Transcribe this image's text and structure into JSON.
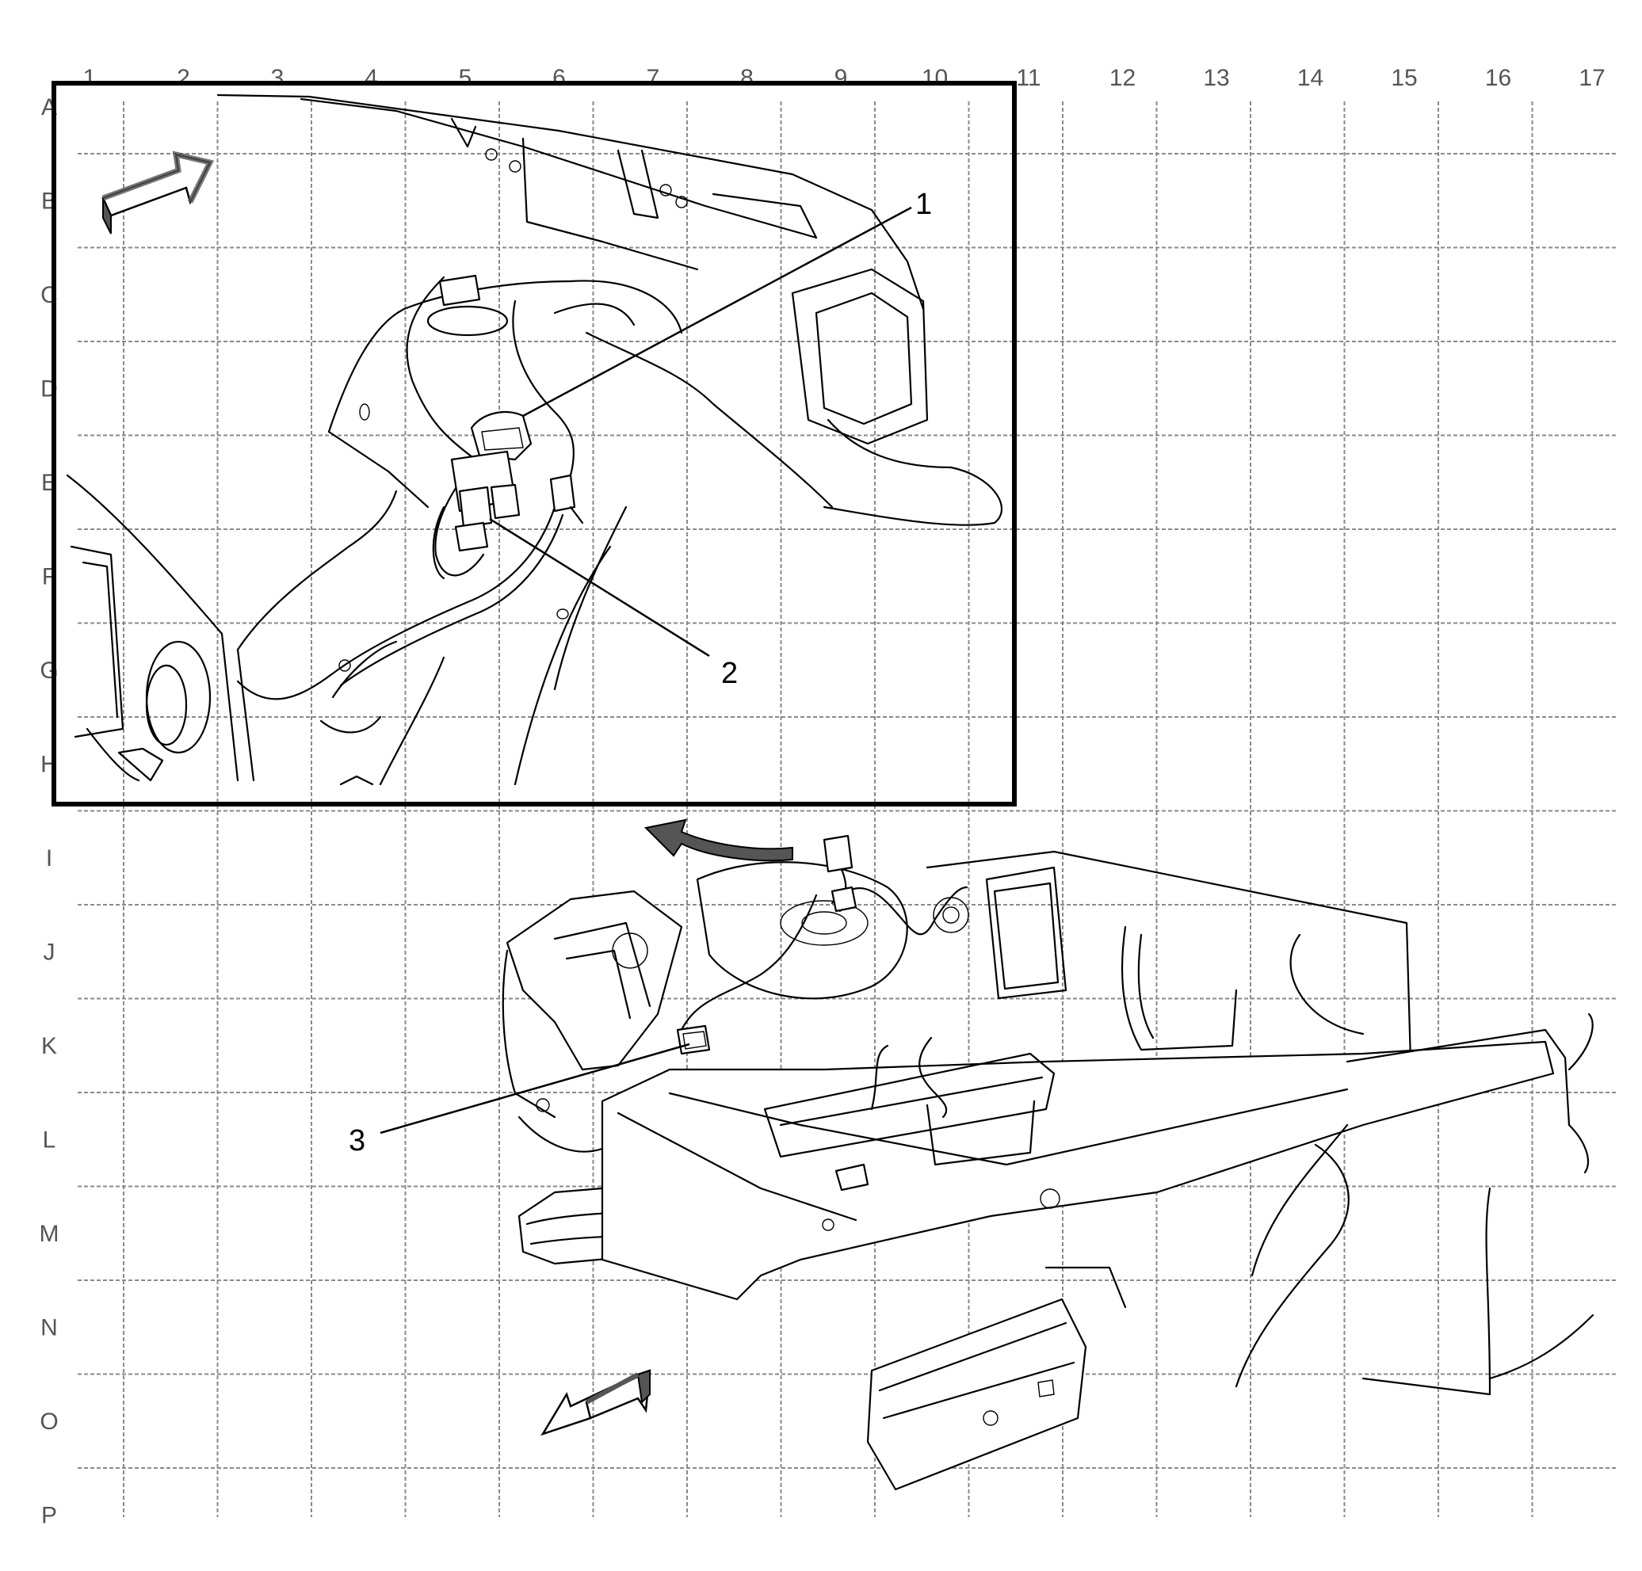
{
  "grid": {
    "columns": [
      "1",
      "2",
      "3",
      "4",
      "5",
      "6",
      "7",
      "8",
      "9",
      "10",
      "11",
      "12",
      "13",
      "14",
      "15",
      "16",
      "17"
    ],
    "rows": [
      "A",
      "B",
      "C",
      "D",
      "E",
      "F",
      "G",
      "H",
      "I",
      "J",
      "K",
      "L",
      "M",
      "N",
      "O",
      "P"
    ]
  },
  "callouts": [
    {
      "id": "1",
      "label": "1"
    },
    {
      "id": "2",
      "label": "2"
    },
    {
      "id": "3",
      "label": "3"
    }
  ],
  "icons": {
    "forward_arrow": "direction-arrow-icon",
    "view_arrow": "view-direction-arrow-icon",
    "zoom_arrow": "zoom-curved-arrow-icon"
  },
  "colors": {
    "line": "#000000",
    "grid": "#8a8a8a",
    "arrow_shade": "#555555"
  }
}
